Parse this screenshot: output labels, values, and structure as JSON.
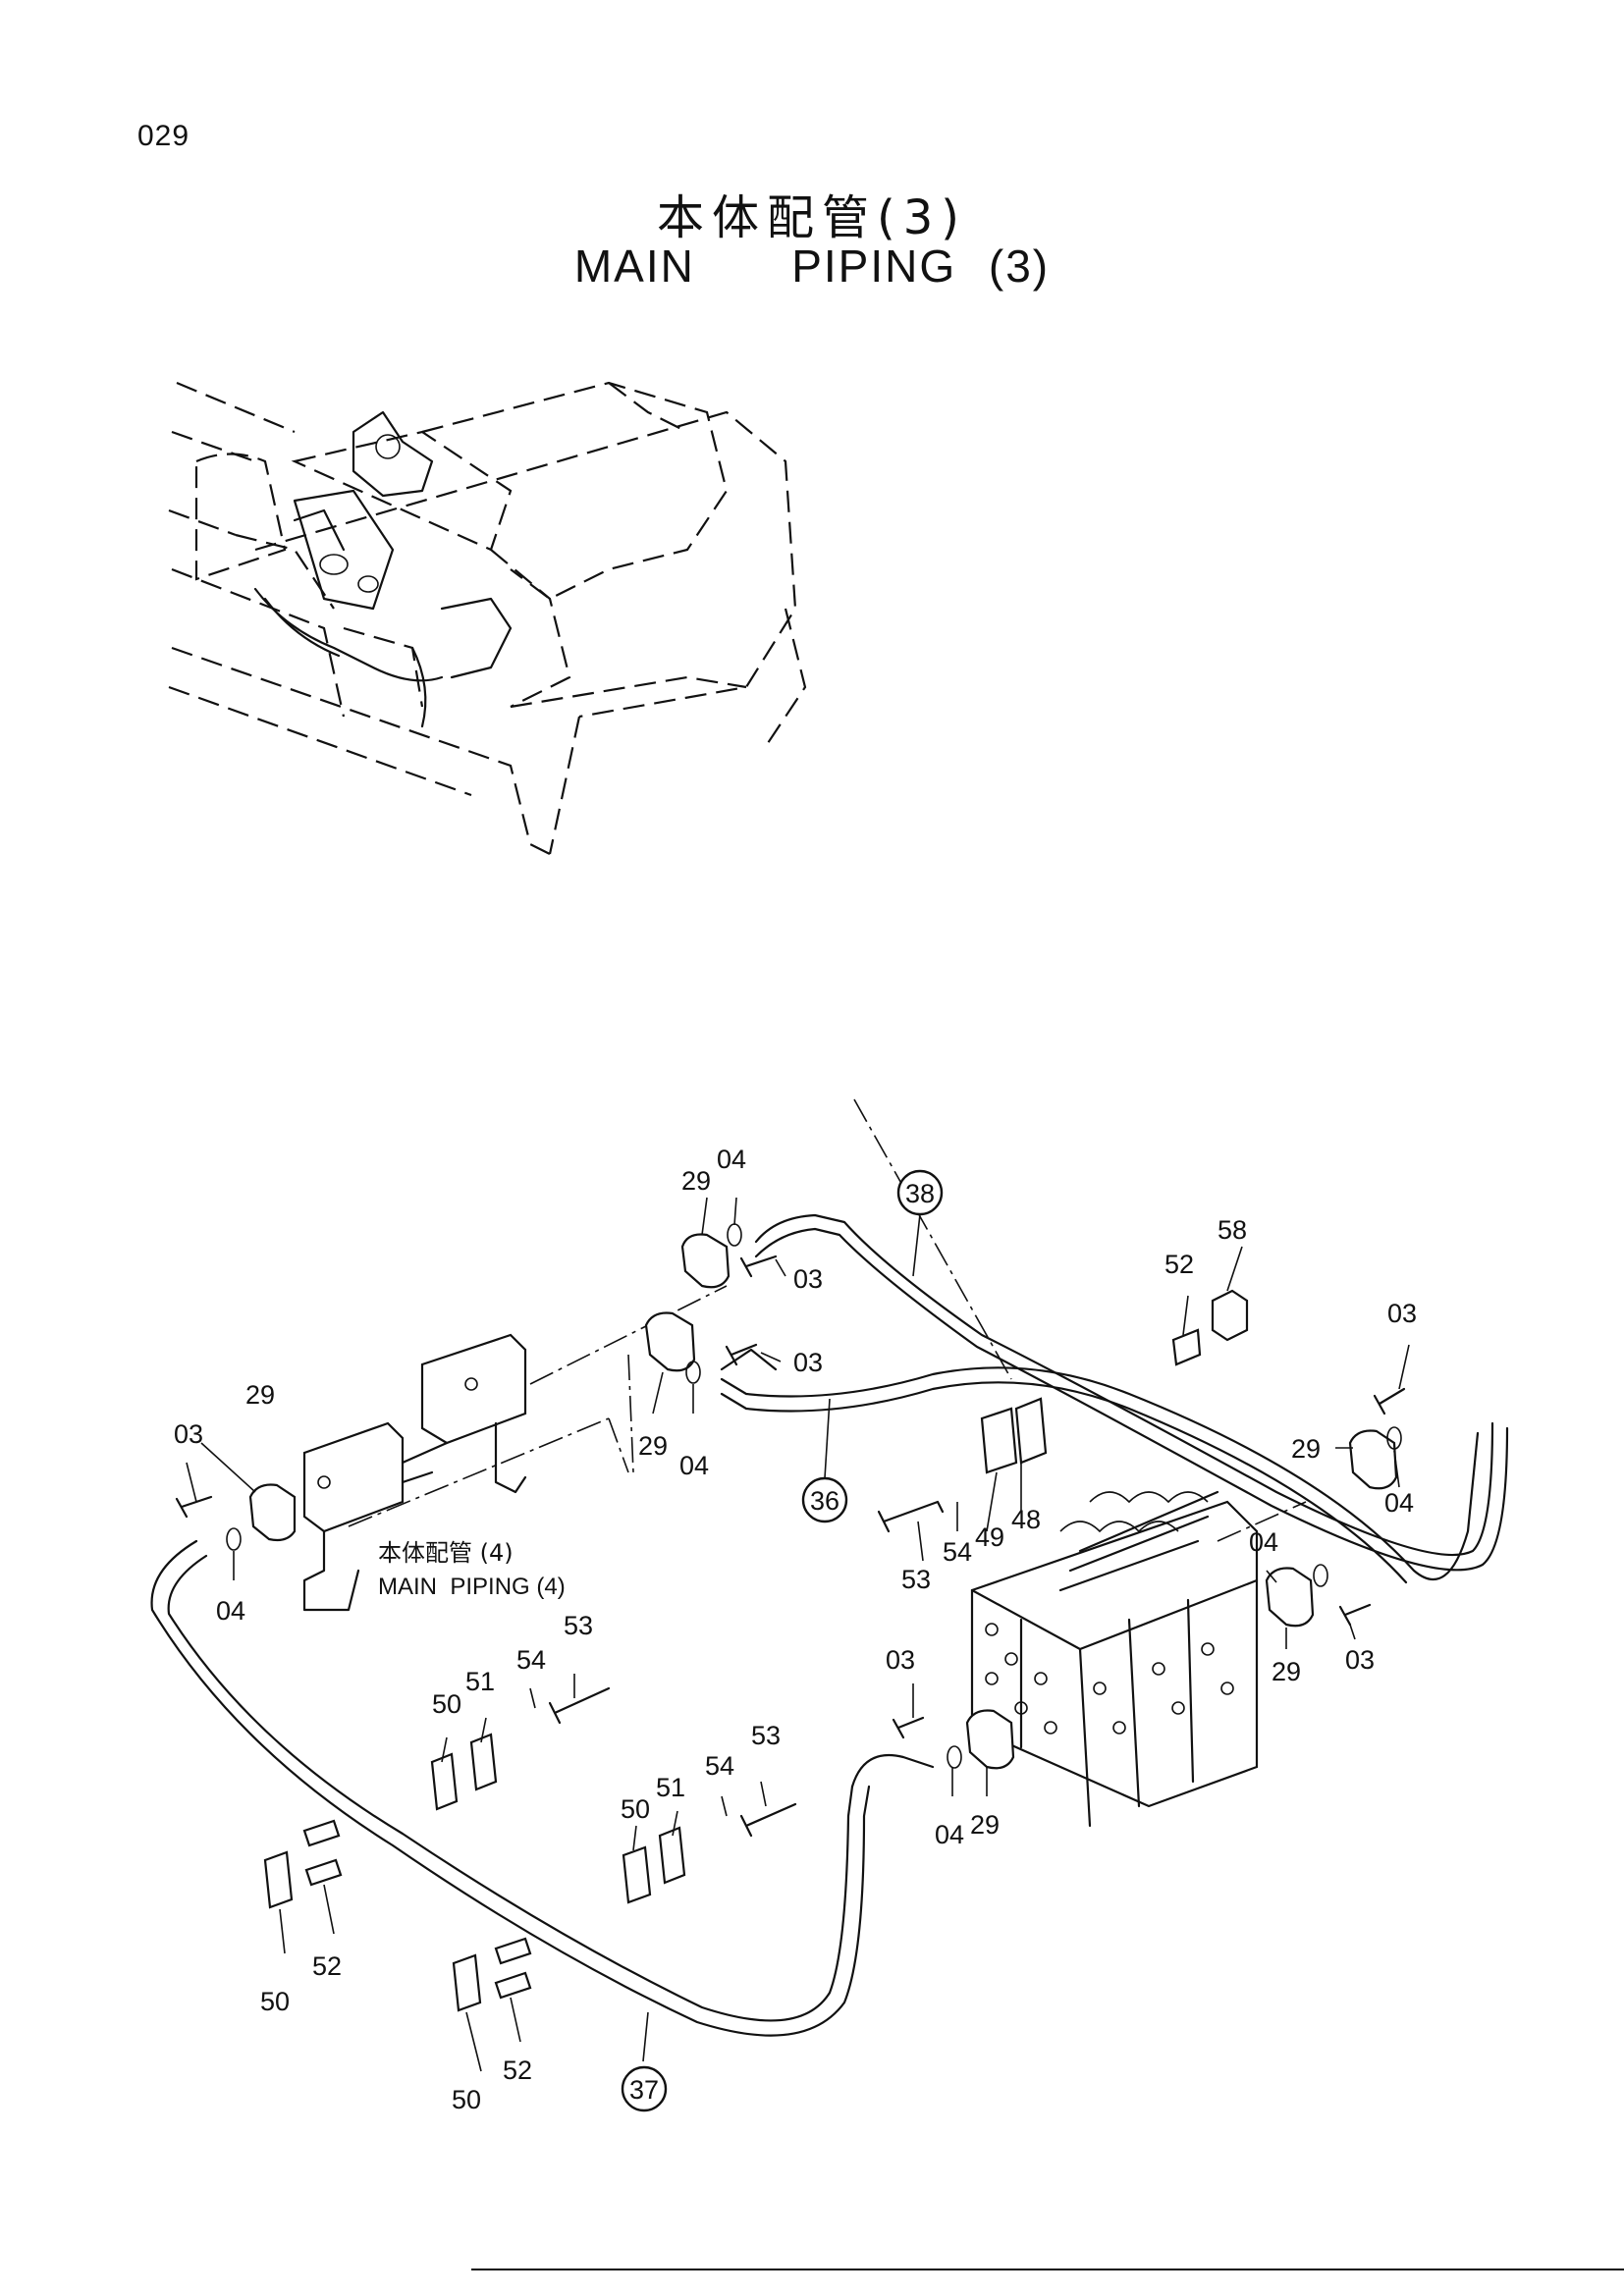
{
  "page_number": "029",
  "title_jp": "本体配管(3)",
  "title_en": "MAIN   PIPING (3)",
  "reference_note": {
    "jp": "本体配管 (4)",
    "en": "MAIN  PIPING (4)"
  },
  "callouts": [
    {
      "id": "c29a",
      "text": "29"
    },
    {
      "id": "c04a",
      "text": "04"
    },
    {
      "id": "c03a",
      "text": "03"
    },
    {
      "id": "c03b",
      "text": "03"
    },
    {
      "id": "c29b",
      "text": "29"
    },
    {
      "id": "c04b",
      "text": "04"
    },
    {
      "id": "c29c",
      "text": "29"
    },
    {
      "id": "c03c",
      "text": "03"
    },
    {
      "id": "c04c",
      "text": "04"
    },
    {
      "id": "c58",
      "text": "58"
    },
    {
      "id": "c52a",
      "text": "52"
    },
    {
      "id": "c03d",
      "text": "03"
    },
    {
      "id": "c29d",
      "text": "29"
    },
    {
      "id": "c04d",
      "text": "04"
    },
    {
      "id": "c53a",
      "text": "53"
    },
    {
      "id": "c54a",
      "text": "54"
    },
    {
      "id": "c49",
      "text": "49"
    },
    {
      "id": "c48",
      "text": "48"
    },
    {
      "id": "c04e",
      "text": "04"
    },
    {
      "id": "c29e",
      "text": "29"
    },
    {
      "id": "c03e",
      "text": "03"
    },
    {
      "id": "c03f",
      "text": "03"
    },
    {
      "id": "c53b",
      "text": "53"
    },
    {
      "id": "c54b",
      "text": "54"
    },
    {
      "id": "c51a",
      "text": "51"
    },
    {
      "id": "c50a",
      "text": "50"
    },
    {
      "id": "c04f",
      "text": "04"
    },
    {
      "id": "c29f",
      "text": "29"
    },
    {
      "id": "c53c",
      "text": "53"
    },
    {
      "id": "c54c",
      "text": "54"
    },
    {
      "id": "c51b",
      "text": "51"
    },
    {
      "id": "c50b",
      "text": "50"
    },
    {
      "id": "c50c",
      "text": "50"
    },
    {
      "id": "c52b",
      "text": "52"
    },
    {
      "id": "c52c",
      "text": "52"
    },
    {
      "id": "c50d",
      "text": "50"
    }
  ],
  "circled_callouts": [
    {
      "id": "k38",
      "text": "38"
    },
    {
      "id": "k36",
      "text": "36"
    },
    {
      "id": "k37",
      "text": "37"
    }
  ]
}
